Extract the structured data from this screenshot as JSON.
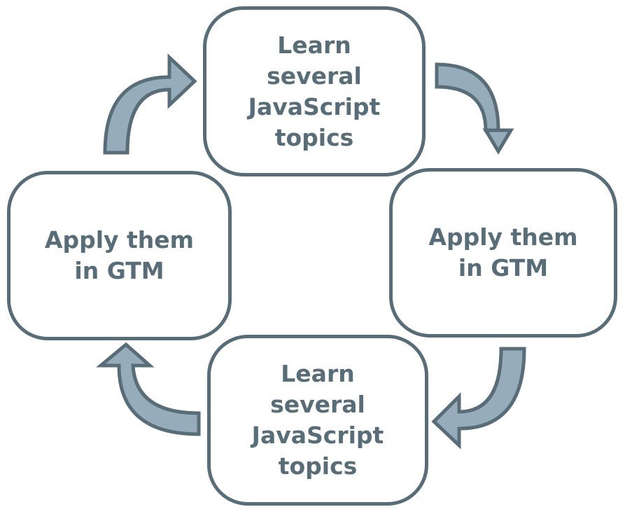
{
  "diagram": {
    "nodes": [
      {
        "id": "top",
        "label": "Learn\nseveral\nJavaScript\ntopics"
      },
      {
        "id": "right",
        "label": "Apply them\nin GTM"
      },
      {
        "id": "bottom",
        "label": "Learn\nseveral\nJavaScript\ntopics"
      },
      {
        "id": "left",
        "label": "Apply them\nin GTM"
      }
    ],
    "edges": [
      {
        "from": "top",
        "to": "right"
      },
      {
        "from": "right",
        "to": "bottom"
      },
      {
        "from": "bottom",
        "to": "left"
      },
      {
        "from": "left",
        "to": "top"
      }
    ],
    "colors": {
      "border": "#586d78",
      "text": "#586d78",
      "arrow_fill": "#97acba",
      "background": "#ffffff"
    }
  }
}
